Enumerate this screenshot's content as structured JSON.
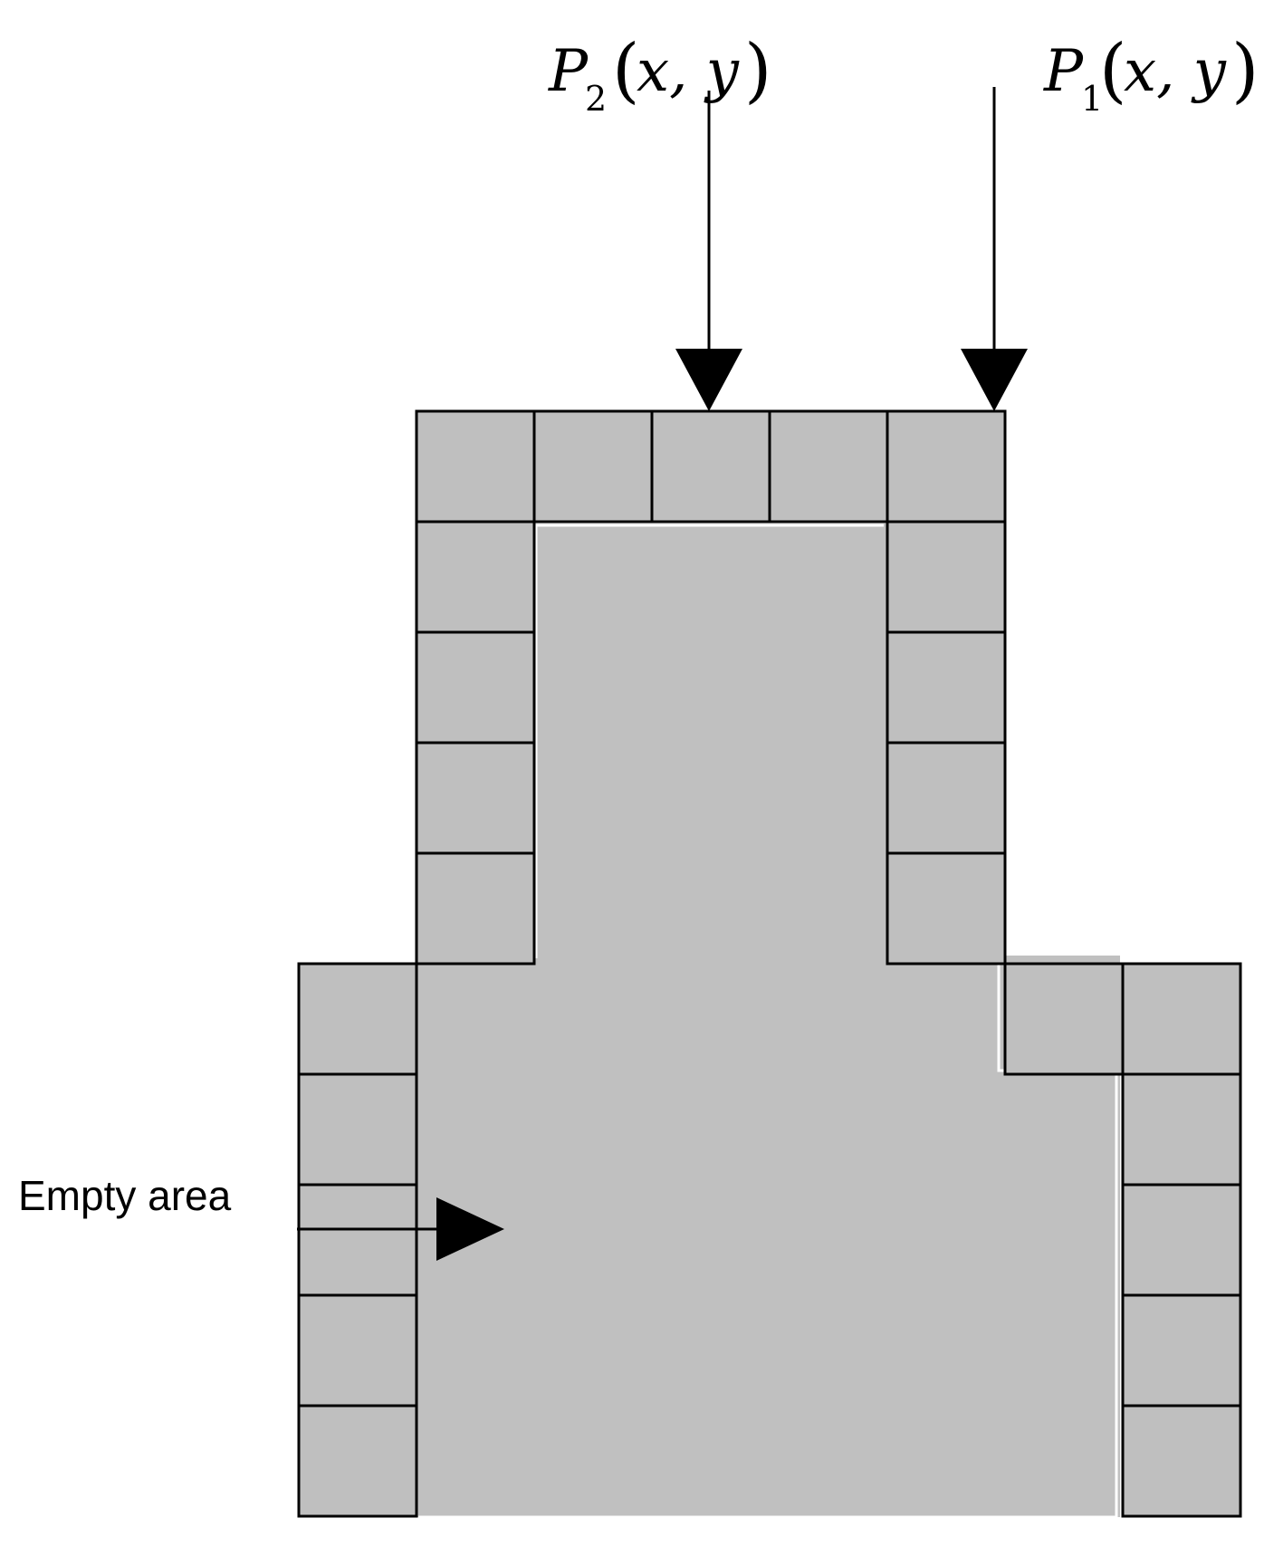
{
  "labels": {
    "p2": {
      "symbol": "P",
      "subscript": "2",
      "args": "x, y"
    },
    "p1": {
      "symbol": "P",
      "subscript": "1",
      "args": "x, y"
    },
    "empty_area": "Empty area"
  },
  "colors": {
    "cell_fill": "#bfbfbf",
    "interior_fill": "#c0c0c0",
    "stroke": "#000000",
    "gap": "#ffffff"
  }
}
